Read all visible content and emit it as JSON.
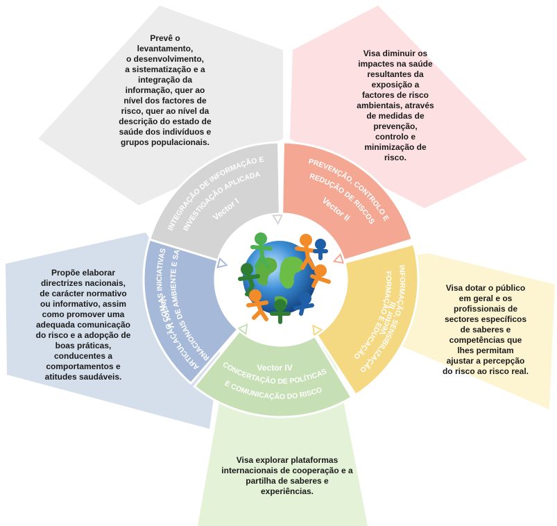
{
  "colors": {
    "vector1": "#d4d4d4",
    "vector2": "#f4a893",
    "vector3": "#f5d882",
    "vector4": "#c6dfb4",
    "vector5": "#a7b9d8",
    "vector1_bg": "#ececec",
    "vector2_bg": "#fce0e2",
    "vector3_bg": "#fdf5d2",
    "vector4_bg": "#e4f3d8",
    "vector5_bg": "#d5dfeb"
  },
  "globe": {
    "icon": "globe-with-people-icon"
  },
  "vectors": [
    {
      "id": "vector1",
      "label": "Vector I",
      "title_line1": "INTEGRAÇÃO DE INFORMAÇÃO E",
      "title_line2": "INVESTIGAÇÃO APLICADA",
      "description": "Prevê o\nlevantamento,\no desenvolvimento,\na sistematização e a\nintegração da\ninformação, quer ao\nnível dos factores de\nrisco, quer ao nível da\ndescrição do estado de\nsaúde dos indivíduos e\ngrupos populacionais."
    },
    {
      "id": "vector2",
      "label": "Vector II",
      "title_line1": "PREVENÇÃO, CONTROLO E",
      "title_line2": "REDUÇÃO DE RISCOS",
      "description": "Visa diminuir os\nimpactes na saúde\nresultantes da\nexposição a\nfactores de risco\nambientais, através\nde medidas de\nprevenção,\ncontrolo e\nminimização de\nrisco."
    },
    {
      "id": "vector3",
      "label": "Vector III",
      "title_line1": "INFORMAÇÃO, SENSIBILIZAÇÃO",
      "title_line2": "FORMAÇÃO E EDUCAÇÃO",
      "description": "Visa dotar o público\nem geral e os\nprofissionais de\nsectores específicos\nde saberes e\ncompetências que\nlhes permitam\najustar a percepção\ndo risco ao risco real."
    },
    {
      "id": "vector4",
      "label": "Vector IV",
      "title_line1": "CONCERTAÇÃO DE POLÍTICAS",
      "title_line2": "E COMUNICAÇÃO DO RISCO",
      "description": "Visa explorar plataformas\ninternacionais de cooperação e a\npartilha de saberes e\nexperiências."
    },
    {
      "id": "vector5",
      "label": "Vector V",
      "title_line1": "ARTICULAÇÃO COM AS INICIATIVAS",
      "title_line2": "INTERNACIONAIS DE AMBIENTE E SAÚDE",
      "description": "Propõe elaborar\ndirectrizes nacionais,\nde carácter normativo\nou informativo, assim\ncomo promover uma\nadequada comunicação\ndo risco e a adopção de\nboas práticas,\nconducentes a\ncomportamentos e\natitudes saudáveis."
    }
  ]
}
